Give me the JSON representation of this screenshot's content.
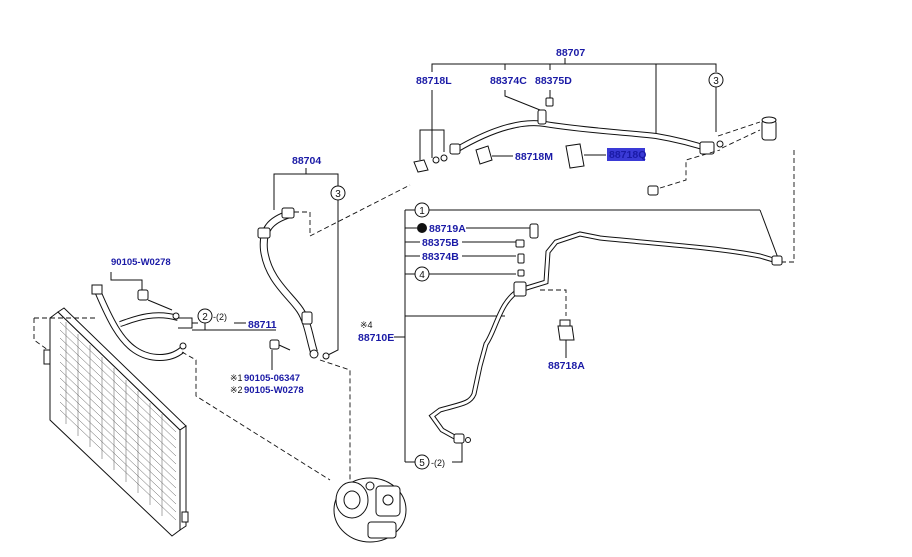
{
  "labels": {
    "p88707": "88707",
    "p88718L": "88718L",
    "p88374C": "88374C",
    "p88375D": "88375D",
    "p88718M": "88718M",
    "p88718Q": "88718Q",
    "p88704": "88704",
    "p90105W0278a": "90105-W0278",
    "p88711": "88711",
    "p88719A": "88719A",
    "p88375B": "88375B",
    "p88374B": "88374B",
    "p88710E": "88710E",
    "p88718A": "88718A",
    "p90105_06347": "90105-06347",
    "p90105W0278b": "90105-W0278",
    "mark1": "※1",
    "mark2": "※2",
    "mark4": "※4",
    "qty2a": "-(2)",
    "qty2b": "-(2)"
  },
  "refs": {
    "r1": "1",
    "r2": "2",
    "r3a": "3",
    "r3b": "3",
    "r4": "4",
    "r5": "5"
  },
  "colors": {
    "part_number": "#1a1aa6",
    "highlight": "#3a3ad6"
  }
}
